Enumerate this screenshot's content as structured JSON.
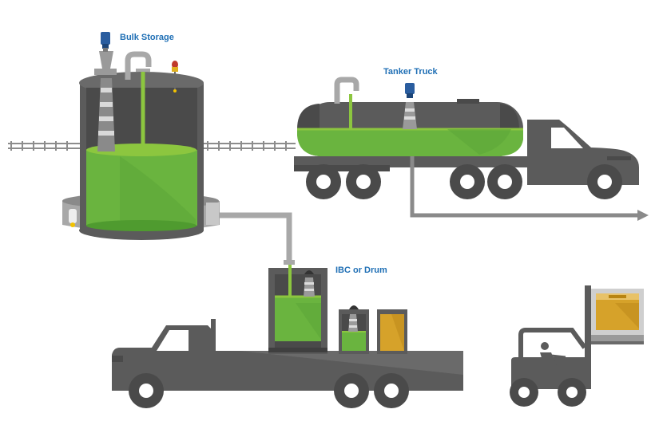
{
  "labels": {
    "bulk_storage": "Bulk Storage",
    "tanker_truck": "Tanker Truck",
    "ibc_or_drum": "IBC or Drum"
  },
  "colors": {
    "label_blue": "#1f6fb5",
    "gray": "#5b5b5b",
    "gray_light": "#9a9a9a",
    "gray_dark": "#4a4a4a",
    "green": "#6ab43f",
    "green_light": "#8cc63f",
    "green_dark": "#4f9b2f",
    "amber": "#d6a22a",
    "sensor_blue": "#2a5d9f",
    "alarm_red": "#c0392b",
    "alarm_yellow": "#f2c200"
  }
}
